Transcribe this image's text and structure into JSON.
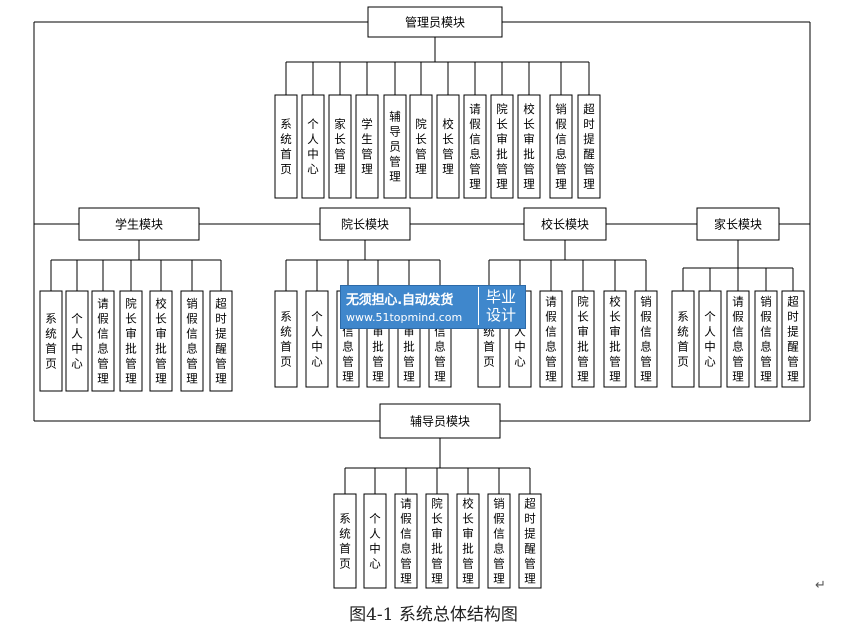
{
  "top": {
    "label": "管理员模块",
    "children": [
      "系统首页",
      "个人中心",
      "家长管理",
      "学生管理",
      "辅导员管理",
      "院长管理",
      "校长管理",
      "请假信息管理",
      "院长审批管理",
      "校长审批管理",
      "销假信息管理",
      "超时提醒管理"
    ]
  },
  "middle": [
    {
      "label": "学生模块",
      "children": [
        "系统首页",
        "个人中心",
        "请假信息管理",
        "院长审批管理",
        "校长审批管理",
        "销假信息管理",
        "超时提醒管理"
      ]
    },
    {
      "label": "院长模块",
      "children": [
        "系统首页",
        "个人中心",
        "请假信息管理",
        "院长审批管理",
        "校长审批管理",
        "销假信息管理"
      ]
    },
    {
      "label": "校长模块",
      "children": [
        "系统首页",
        "个人中心",
        "请假信息管理",
        "院长审批管理",
        "校长审批管理",
        "销假信息管理"
      ]
    },
    {
      "label": "家长模块",
      "children": [
        "系统首页",
        "个人中心",
        "请假信息管理",
        "销假信息管理",
        "超时提醒管理"
      ]
    }
  ],
  "bottom": {
    "label": "辅导员模块",
    "children": [
      "系统首页",
      "个人中心",
      "请假信息管理",
      "院长审批管理",
      "校长审批管理",
      "销假信息管理",
      "超时提醒管理"
    ]
  },
  "watermark": {
    "line1": "无须担心.自动发货",
    "line2": "www.51topmind.com",
    "right1": "毕业",
    "right2": "设计"
  },
  "caption": "图4-1 系统总体结构图",
  "para_mark": "↵"
}
